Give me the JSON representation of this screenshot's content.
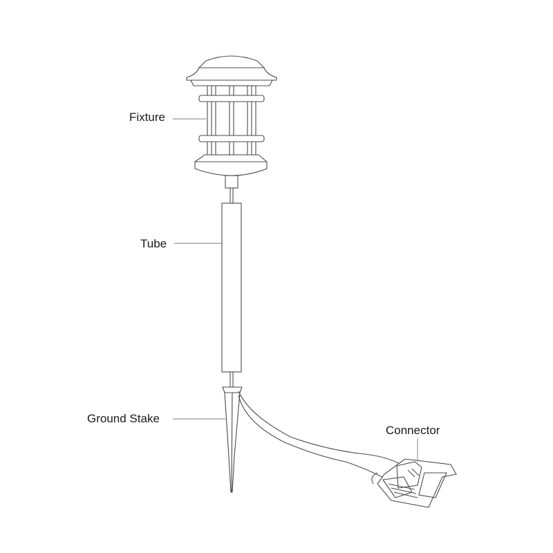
{
  "callouts": {
    "fixture": "Fixture",
    "tube": "Tube",
    "ground_stake": "Ground Stake",
    "connector": "Connector"
  },
  "colors": {
    "line": "#4a4a4a",
    "leader": "#777777",
    "text": "#1a1a1a",
    "background": "#ffffff"
  }
}
